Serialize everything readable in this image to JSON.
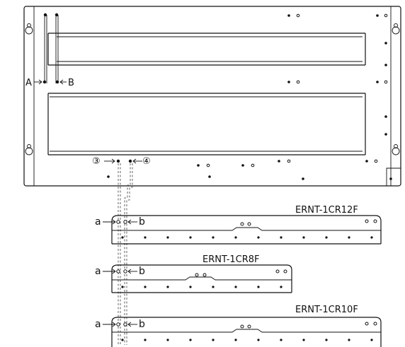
{
  "labels": {
    "point_a_upper": "A",
    "point_b_upper": "B",
    "circle_3": "③",
    "circle_4": "④",
    "hole_a": "a",
    "hole_b": "b"
  },
  "models": [
    {
      "name": "ERNT-1CR12F"
    },
    {
      "name": "ERNT-1CR8F"
    },
    {
      "name": "ERNT-1CR10F"
    }
  ]
}
